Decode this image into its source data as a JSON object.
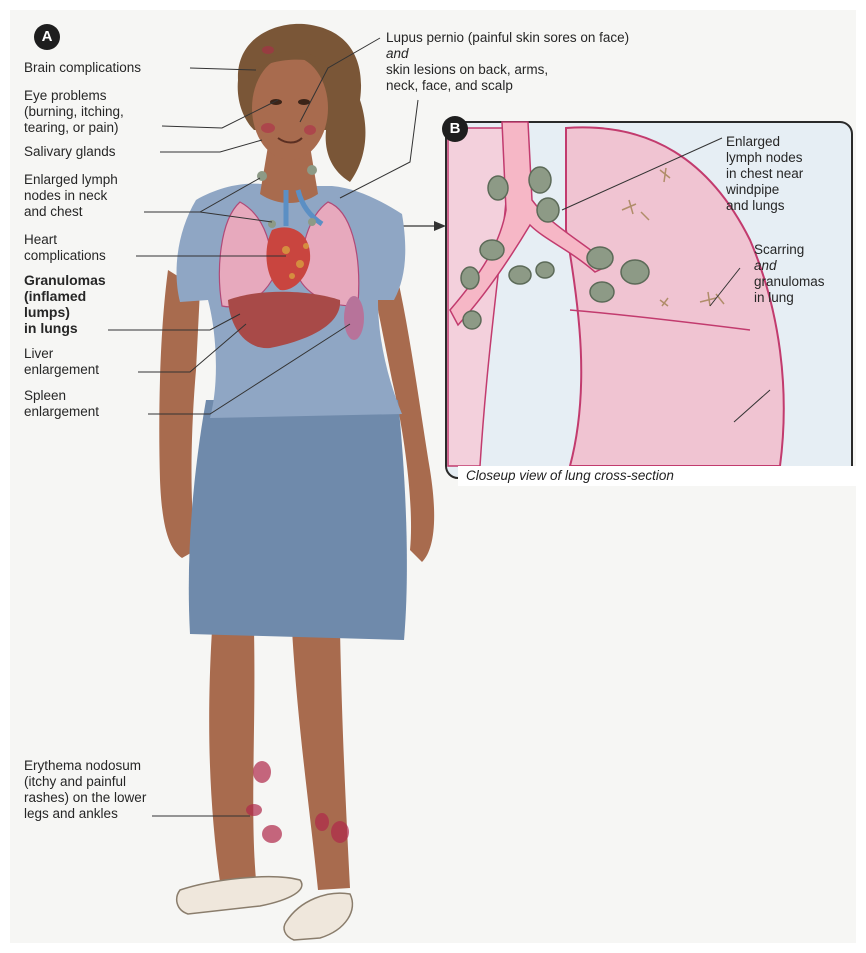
{
  "figure": {
    "panel_a_letter": "A",
    "panel_b_letter": "B",
    "caption": "Closeup view of lung cross-section"
  },
  "labels": {
    "brain": "Brain complications",
    "eye_1": "Eye problems",
    "eye_2": "(burning, itching,",
    "eye_3": "tearing, or pain)",
    "salivary": "Salivary glands",
    "lymph_neck_1": "Enlarged lymph",
    "lymph_neck_2": "nodes in neck",
    "lymph_neck_3": "and chest",
    "heart_1": "Heart",
    "heart_2": "complications",
    "gran_1": "Granulomas",
    "gran_2": "(inflamed",
    "gran_3": "lumps)",
    "gran_4": "in lungs",
    "liver_1": "Liver",
    "liver_2": "enlargement",
    "spleen_1": "Spleen",
    "spleen_2": "enlargement",
    "lupus_1": "Lupus pernio (painful skin sores on face)",
    "lupus_2": "and",
    "lupus_3": "skin lesions on back, arms,",
    "lupus_4": "neck, face, and scalp",
    "erythema_1": "Erythema nodosum",
    "erythema_2": "(itchy and painful",
    "erythema_3": "rashes) on the lower",
    "erythema_4": "legs and ankles",
    "chest_nodes_1": "Enlarged",
    "chest_nodes_2": "lymph nodes",
    "chest_nodes_3": "in chest near",
    "chest_nodes_4": "windpipe",
    "chest_nodes_5": "and lungs",
    "scarring_1": "Scarring",
    "scarring_2": "and",
    "scarring_3": "granulomas",
    "scarring_4": "in lung"
  },
  "colors": {
    "skin": "#a86b4e",
    "skin_dark": "#7d4a33",
    "shirt": "#8fa6c4",
    "skirt": "#6f8aab",
    "lung": "#e7a9bd",
    "liver": "#a84a48",
    "heart": "#c9453f",
    "node": "#8d9a86",
    "closeup_bg": "#f0c4d2"
  }
}
